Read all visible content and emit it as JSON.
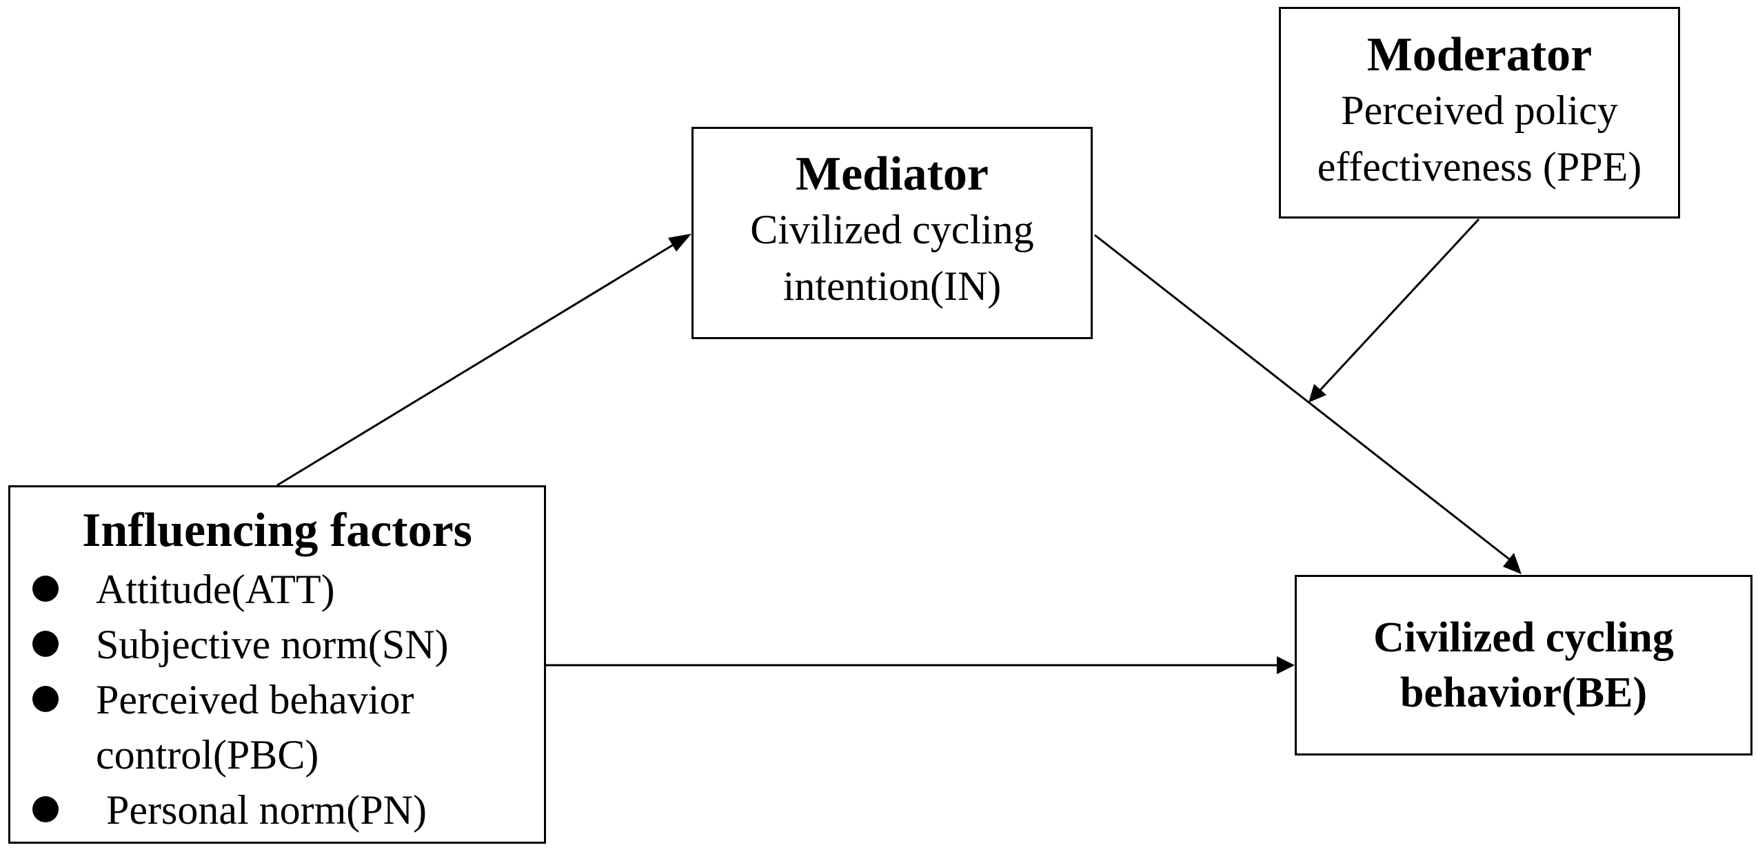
{
  "moderator": {
    "title": "Moderator",
    "lines": [
      "Perceived policy",
      "effectiveness (PPE)"
    ]
  },
  "mediator": {
    "title": "Mediator",
    "lines": [
      "Civilized cycling",
      "intention(IN)"
    ]
  },
  "influencing_factors": {
    "title": "Influencing factors",
    "items": [
      "Attitude(ATT)",
      "Subjective norm(SN)",
      "Perceived behavior\ncontrol(PBC)",
      " Personal norm(PN)"
    ]
  },
  "outcome": {
    "lines": [
      "Civilized cycling",
      "behavior(BE)"
    ]
  },
  "arrows": [
    {
      "from": "influencing_factors",
      "to": "mediator"
    },
    {
      "from": "mediator",
      "to": "outcome"
    },
    {
      "from": "influencing_factors",
      "to": "outcome"
    },
    {
      "from": "moderator",
      "to": "mediator_outcome_path"
    }
  ],
  "colors": {
    "stroke": "#000000",
    "background": "#ffffff"
  }
}
